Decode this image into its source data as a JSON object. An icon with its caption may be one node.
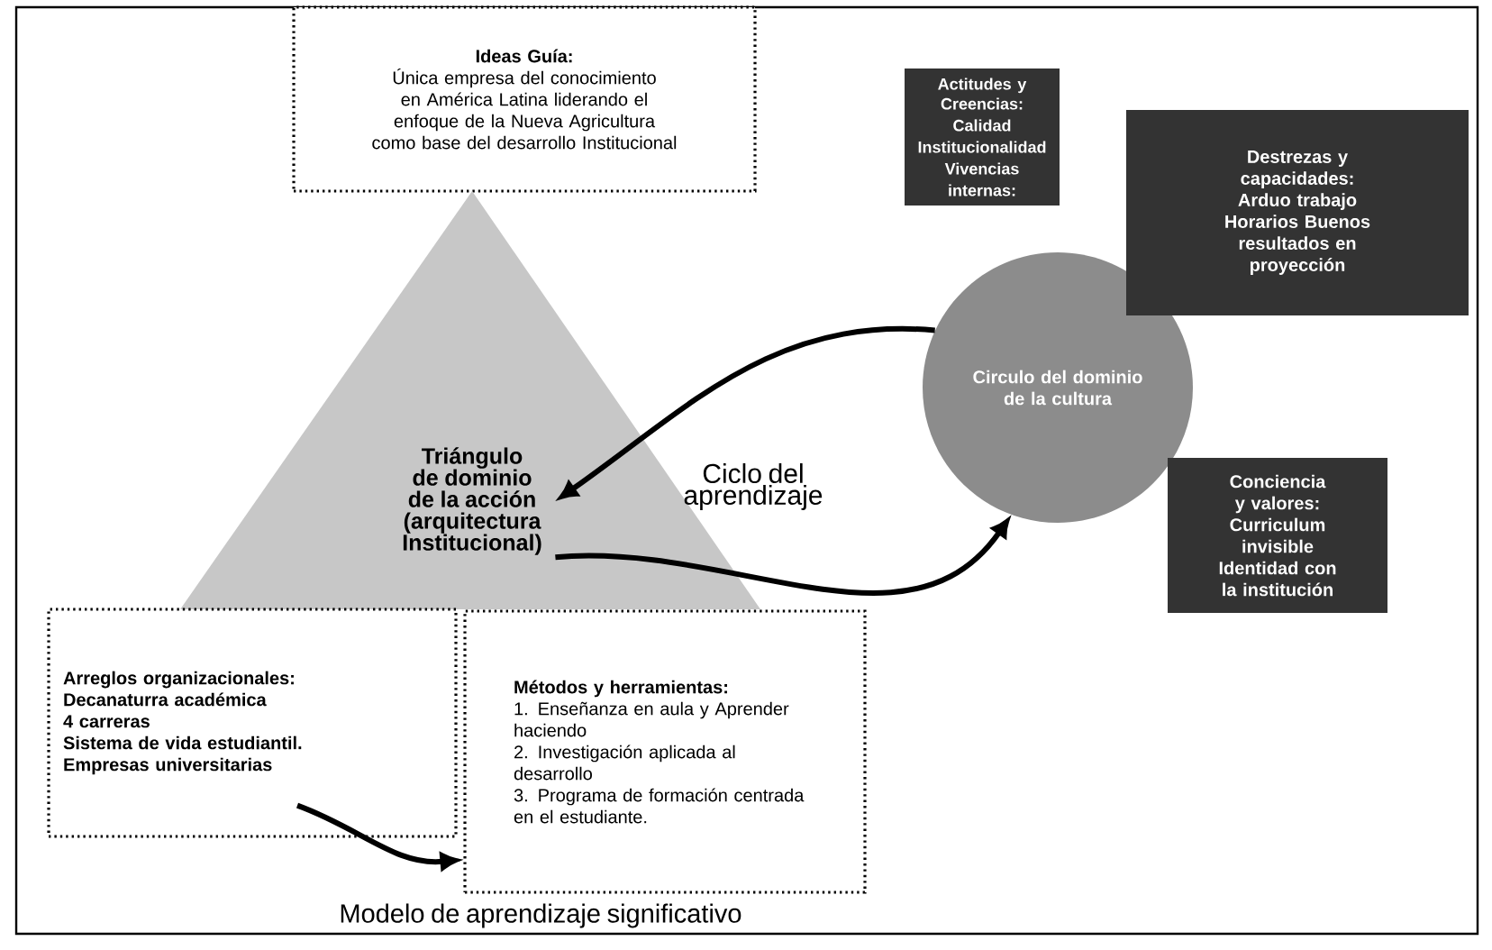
{
  "diagram": {
    "nodes": [
      {
        "text": [
          "Ideas Guía:",
          "Única empresa del conocimiento en América Latina liderando el enfoque de la Nueva Agricultura como base del desarrollo Institucional"
        ]
      },
      {
        "text": [
          "Triángulo de dominio de la acción (arquitectura Institucional)"
        ]
      },
      {
        "text": [
          "Circulo del dominio de la cultura"
        ]
      },
      {
        "text": [
          "Actitudes y Creencias:",
          "Calidad Institucionalidad Vivencias internas:"
        ]
      },
      {
        "text": [
          "Destrezas y capacidades:",
          "Arduo trabajo Horarios Buenos resultados en proyección"
        ]
      },
      {
        "text": [
          "Conciencia y valores:",
          "Curriculum invisible Identidad con la institución"
        ]
      },
      {
        "text": [
          "Arreglos organizacionales:",
          "Decanaturra académica",
          "4 carreras",
          "Sistema de vida estudiantil.",
          "Empresas universitarias"
        ]
      },
      {
        "text": [
          "Métodos y herramientas:",
          "1. Enseñanza en aula y Aprender haciendo",
          "2. Investigación aplicada al desarrollo",
          "3. Programa de formación centrada en el estudiante."
        ]
      }
    ],
    "edges": [
      {
        "from": 2,
        "to": 1,
        "arrow": "to"
      },
      {
        "from": 1,
        "to": 2,
        "arrow": "to"
      },
      {
        "from": 6,
        "to": 7,
        "arrow": "to"
      }
    ],
    "labels": [
      "Ciclo del aprendizaje",
      "Modelo de aprendizaje significativo"
    ]
  }
}
